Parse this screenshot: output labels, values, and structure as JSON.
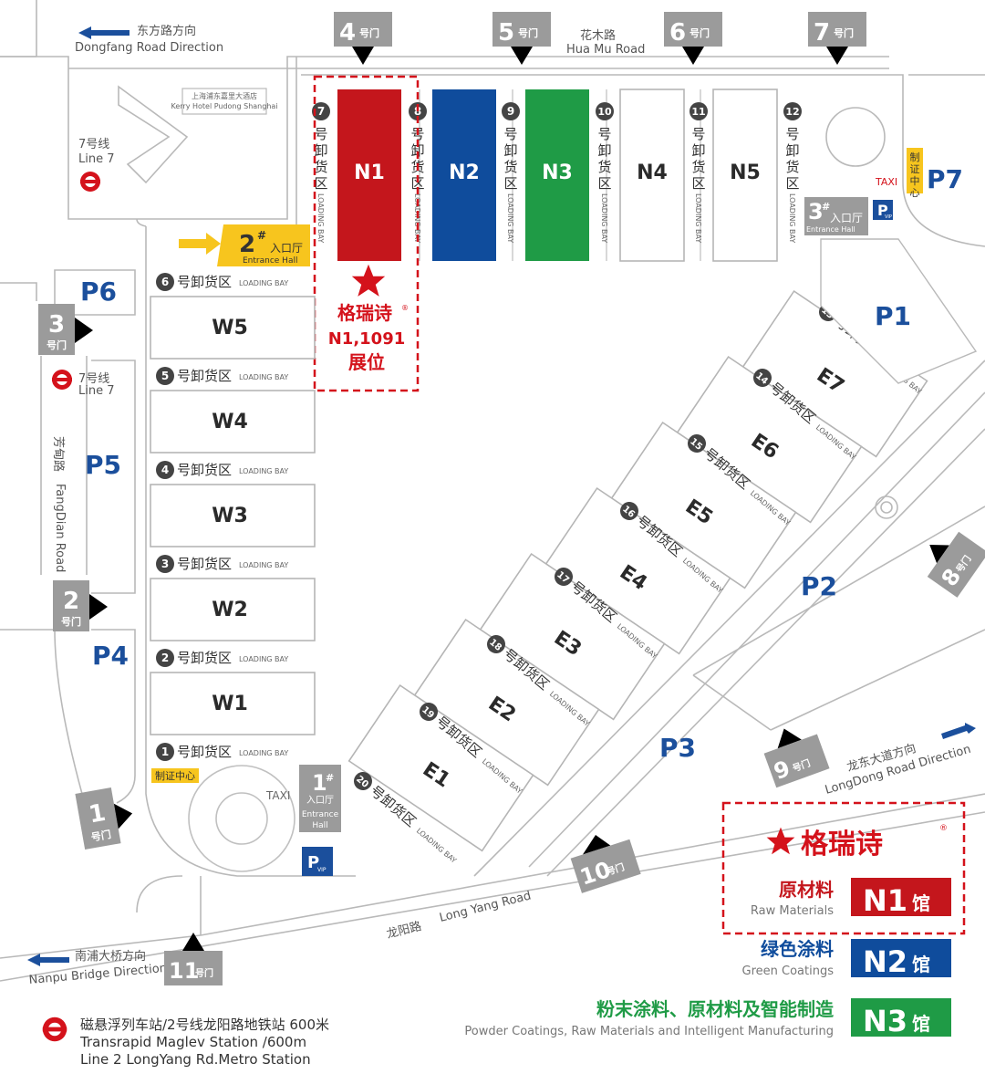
{
  "roads": {
    "dongfang_cn": "东方路方向",
    "dongfang_en": "Dongfang Road Direction",
    "huamu_cn": "花木路",
    "huamu_en": "Hua Mu Road",
    "fangdian_cn": "芳甸路",
    "fangdian_en": "FangDian Road",
    "longdong_cn": "龙东大道方向",
    "longdong_en": "LongDong Road Direction",
    "longyang_cn": "龙阳路",
    "longyang_en": "Long Yang Road",
    "nanpu_cn": "南浦大桥方向",
    "nanpu_en": "Nanpu Bridge Direction"
  },
  "hotel": {
    "name_cn": "上海浦东嘉里大酒店",
    "name_en": "Kerry Hotel Pudong Shanghai"
  },
  "metro": {
    "line7_cn": "7号线",
    "line7_en": "Line 7",
    "station_line1": "磁悬浮列车站/2号线龙阳路地铁站  600米",
    "station_line2": "Transrapid Maglev Station /600m",
    "station_line3": "Line 2 LongYang Rd.Metro Station"
  },
  "gates": [
    {
      "num": "1",
      "label": "号门"
    },
    {
      "num": "2",
      "label": "号门"
    },
    {
      "num": "3",
      "label": "号门"
    },
    {
      "num": "4",
      "label": "号门"
    },
    {
      "num": "5",
      "label": "号门"
    },
    {
      "num": "6",
      "label": "号门"
    },
    {
      "num": "7",
      "label": "号门"
    },
    {
      "num": "8",
      "label": "号门"
    },
    {
      "num": "9",
      "label": "号门"
    },
    {
      "num": "10",
      "label": "号门"
    },
    {
      "num": "11",
      "label": "号门"
    }
  ],
  "north_halls": [
    "N1",
    "N2",
    "N3",
    "N4",
    "N5"
  ],
  "west_halls": [
    "W5",
    "W4",
    "W3",
    "W2",
    "W1"
  ],
  "east_halls": [
    "E7",
    "E6",
    "E5",
    "E4",
    "E3",
    "E2",
    "E1"
  ],
  "parking": [
    "P1",
    "P2",
    "P3",
    "P4",
    "P5",
    "P6",
    "P7"
  ],
  "loading": {
    "suffix_cn": "号卸货区",
    "en": "LOADING BAY",
    "vertical": [
      "号",
      "卸",
      "货",
      "区"
    ],
    "north_nums": [
      "7",
      "8",
      "9",
      "10",
      "11",
      "12"
    ],
    "west_nums": [
      "6",
      "5",
      "4",
      "3",
      "2",
      "1"
    ],
    "east_nums": [
      "13",
      "14",
      "15",
      "16",
      "17",
      "18",
      "19",
      "20"
    ]
  },
  "entrances": {
    "e1_num": "1",
    "e2_num": "2",
    "e3_num": "3",
    "sharp": "#",
    "label_cn": "入口厅",
    "label_en_1": "Entrance",
    "label_en_2": "Hall",
    "label_en": "Entrance Hall"
  },
  "misc": {
    "taxi": "TAXI",
    "cert_center": "制证中心",
    "vip": "VIP",
    "p": "P"
  },
  "booth": {
    "brand": "格瑞诗",
    "reg": "®",
    "location": "N1,1091",
    "label": "展位"
  },
  "legend": {
    "brand": "格瑞诗",
    "items": [
      {
        "cn": "原材料",
        "en": "Raw Materials",
        "hall": "N1",
        "suffix": "馆",
        "color": "#c4161c"
      },
      {
        "cn": "绿色涂料",
        "en": "Green Coatings",
        "hall": "N2",
        "suffix": "馆",
        "color": "#0f4c9c"
      },
      {
        "cn": "粉末涂料、原材料及智能制造",
        "en": "Powder Coatings, Raw Materials and Intelligent Manufacturing",
        "hall": "N3",
        "suffix": "馆",
        "color": "#1f9b46"
      }
    ]
  },
  "colors": {
    "n1": "#c4161c",
    "n2": "#0f4c9c",
    "n3": "#1f9b46",
    "entrance2": "#f7c51e",
    "gate": "#9b9b9b",
    "parking": "#1b4f9c"
  }
}
